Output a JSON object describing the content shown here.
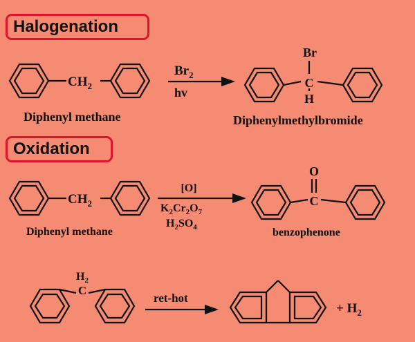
{
  "sections": {
    "halogenation": "Halogenation",
    "oxidation": "Oxidation"
  },
  "halogenation": {
    "reactant_group": "CH",
    "reactant_group_sub": "2",
    "reagent_top": "Br",
    "reagent_top_sub": "2",
    "reagent_bottom": "hv",
    "reactant_name": "Diphenyl methane",
    "product_top": "Br",
    "product_center": "C",
    "product_bottom": "H",
    "product_name": "Diphenylmethylbromide"
  },
  "oxidation": {
    "reactant_group": "CH",
    "reactant_group_sub": "2",
    "reagent_line1": "[O]",
    "reagent_line2_a": "K",
    "reagent_line2_a_sub": "2",
    "reagent_line2_b": "Cr",
    "reagent_line2_b_sub": "2",
    "reagent_line2_c": "O",
    "reagent_line2_c_sub": "7",
    "reagent_line3_a": "H",
    "reagent_line3_a_sub": "2",
    "reagent_line3_b": "SO",
    "reagent_line3_b_sub": "4",
    "reactant_name": "Diphenyl methane",
    "product_oxygen": "O",
    "product_carbon": "C",
    "product_name": "benzophenone"
  },
  "cyclization": {
    "reactant_h": "H",
    "reactant_h_sub": "2",
    "reactant_c": "C",
    "reagent": "ret-hot",
    "byproduct": "+ H",
    "byproduct_sub": "2"
  },
  "colors": {
    "background": "#f58b72",
    "title_border": "#e0122b"
  }
}
